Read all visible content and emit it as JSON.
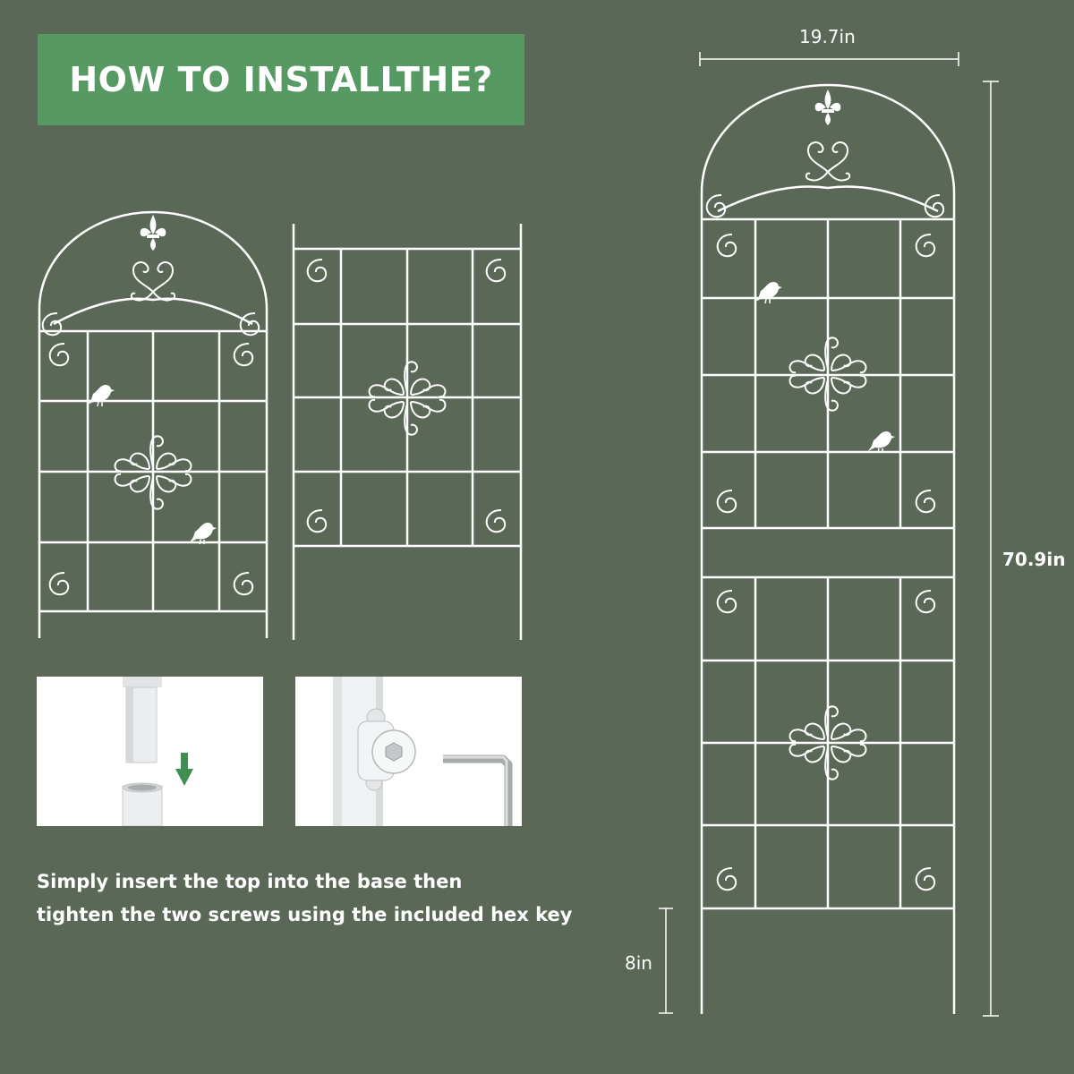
{
  "header": {
    "title": "HOW TO INSTALLTHE?",
    "bg_color": "#579963"
  },
  "instructions": {
    "line1": "Simply insert the top into the base then",
    "line2": "tighten the two screws using the included hex key"
  },
  "dimensions": {
    "width": "19.7in",
    "height": "70.9in",
    "stake": "8in"
  },
  "colors": {
    "background": "#5b6857",
    "frame": "#ffffff",
    "arrow": "#3f8f52"
  },
  "icons": {
    "top_panel": "trellis-top-panel-icon",
    "bottom_panel": "trellis-bottom-panel-icon",
    "arrow": "arrow-down-icon",
    "bird": "bird-icon",
    "fleur": "fleur-de-lis-icon",
    "hex_key": "hex-key-icon",
    "screw": "screw-icon"
  }
}
